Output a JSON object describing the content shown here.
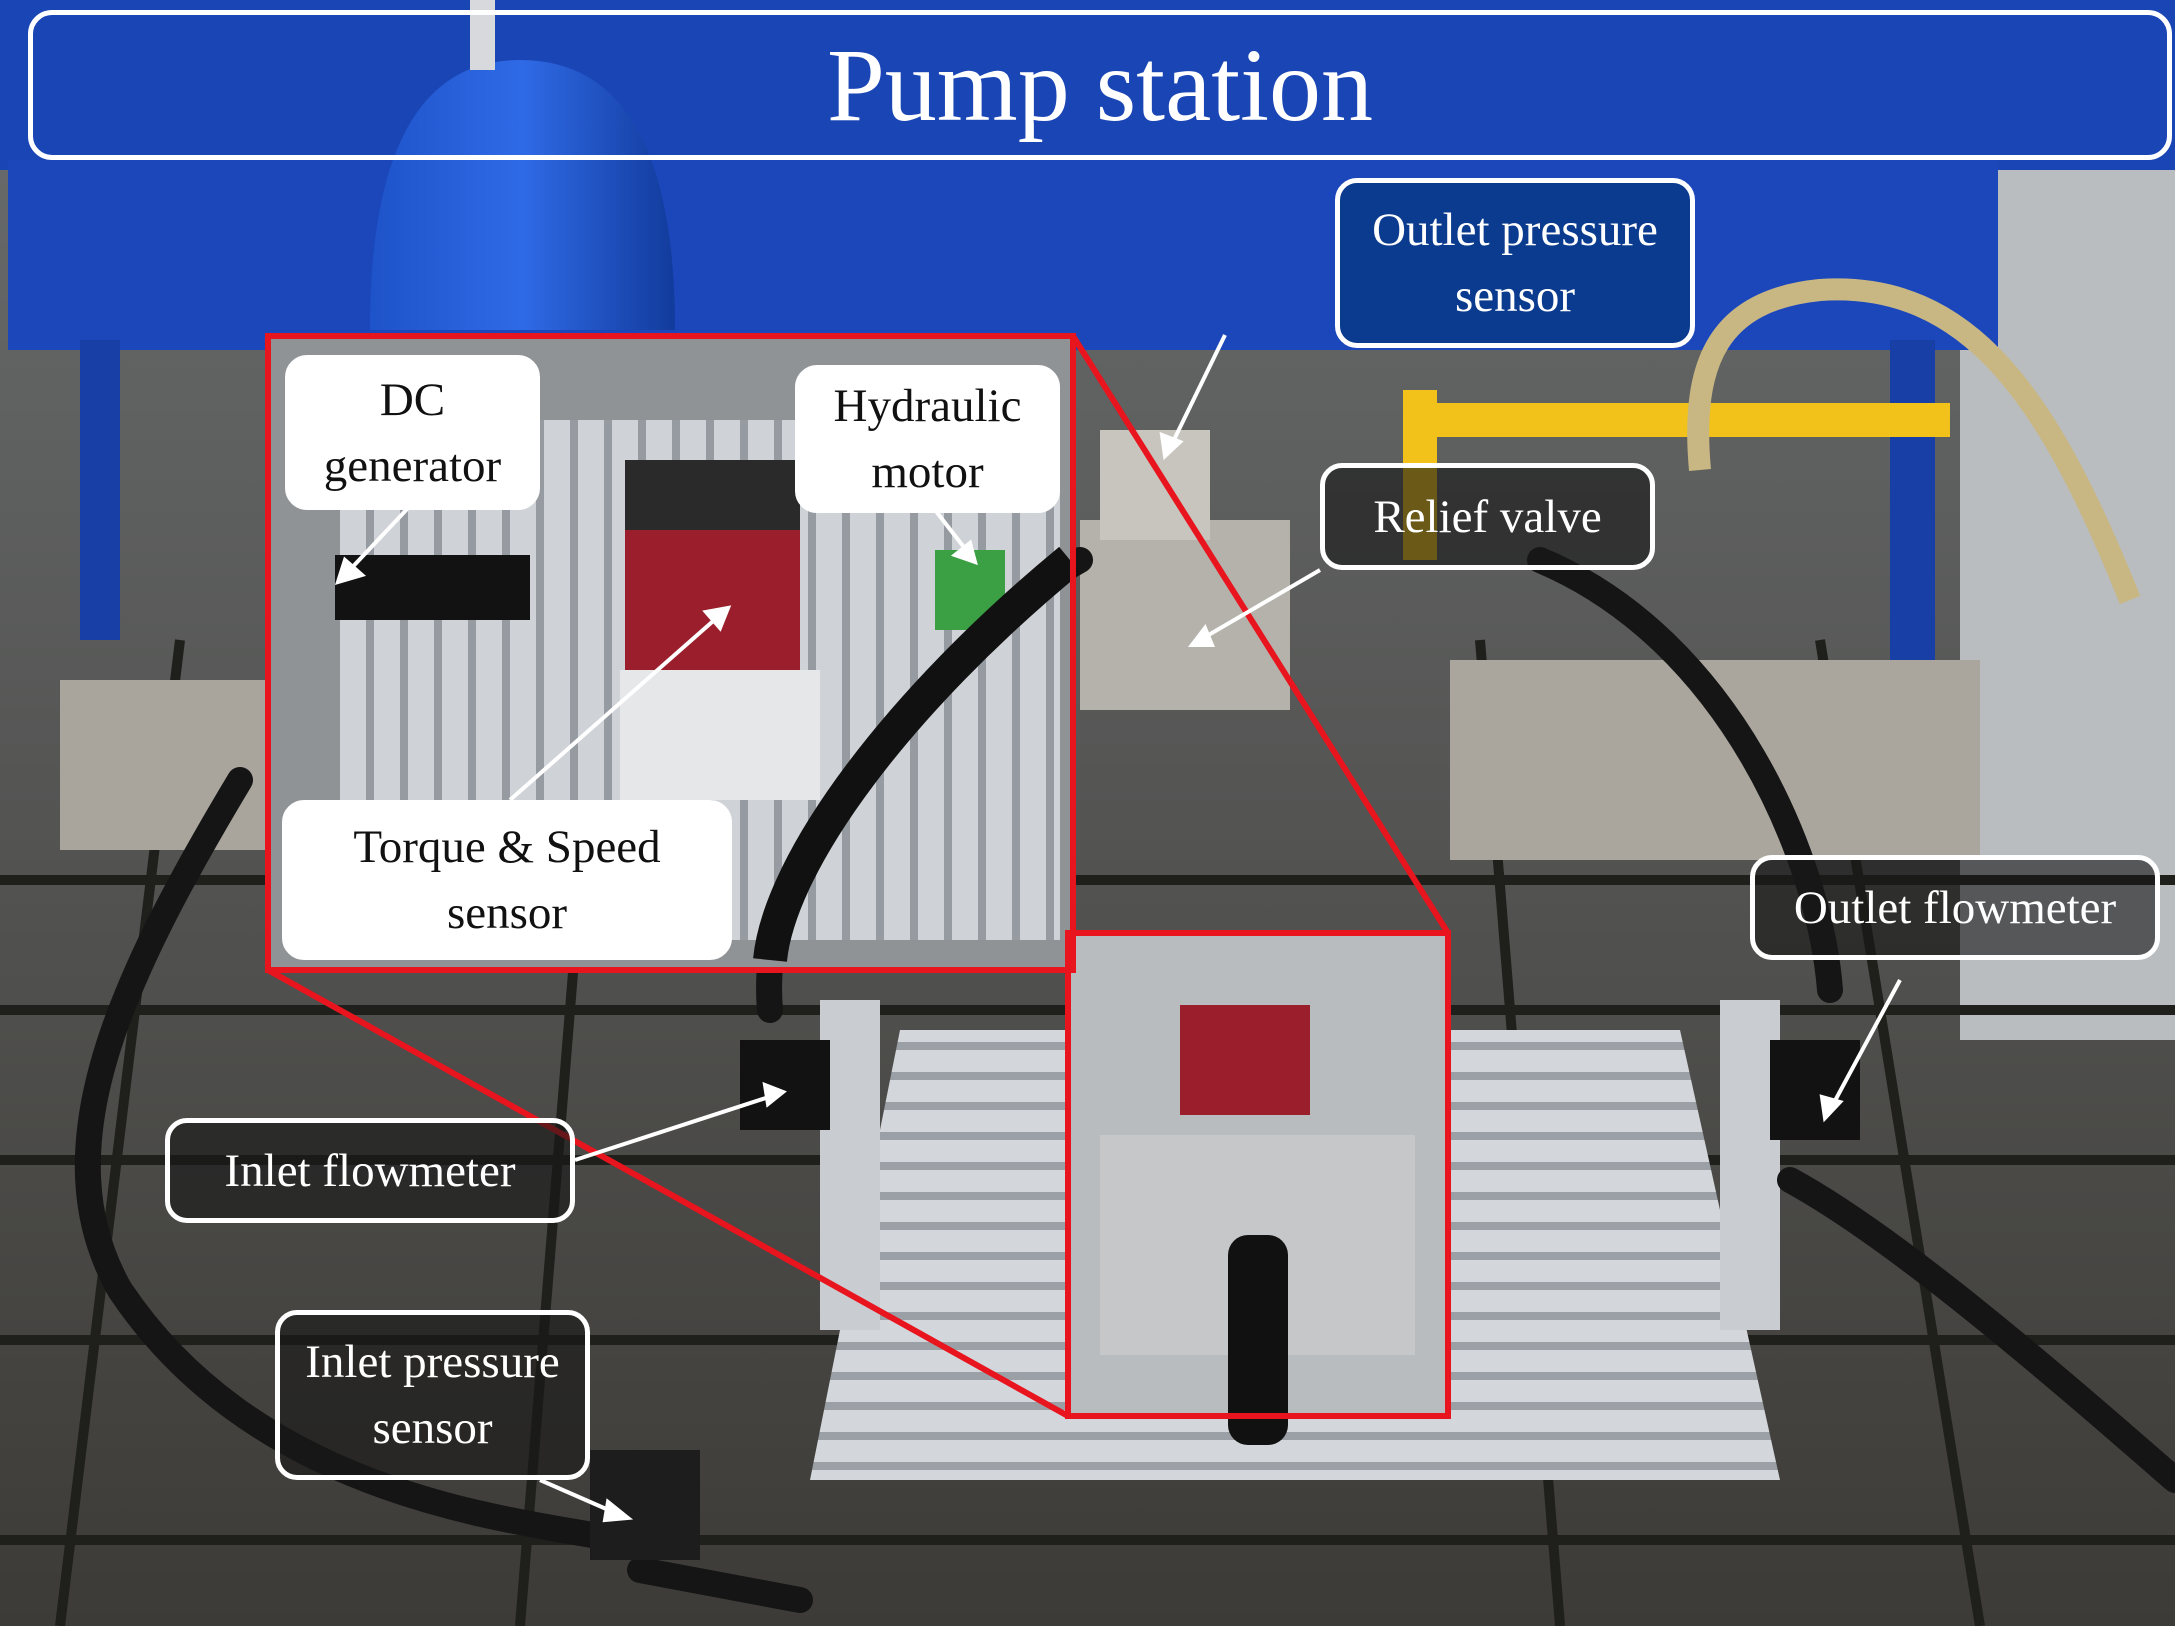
{
  "title": "Pump station",
  "labels": {
    "dc_generator": "DC\ngenerator",
    "hydraulic_motor": "Hydraulic\nmotor",
    "torque_speed_sensor": "Torque & Speed\nsensor",
    "outlet_pressure_sensor": "Outlet pressure\nsensor",
    "relief_valve": "Relief valve",
    "outlet_flowmeter": "Outlet flowmeter",
    "inlet_flowmeter": "Inlet flowmeter",
    "inlet_pressure_sensor": "Inlet pressure\nsensor"
  },
  "colors": {
    "pump_station_blue": "#1a45b5",
    "highlight_red": "#e8141e",
    "label_white": "#ffffff"
  }
}
